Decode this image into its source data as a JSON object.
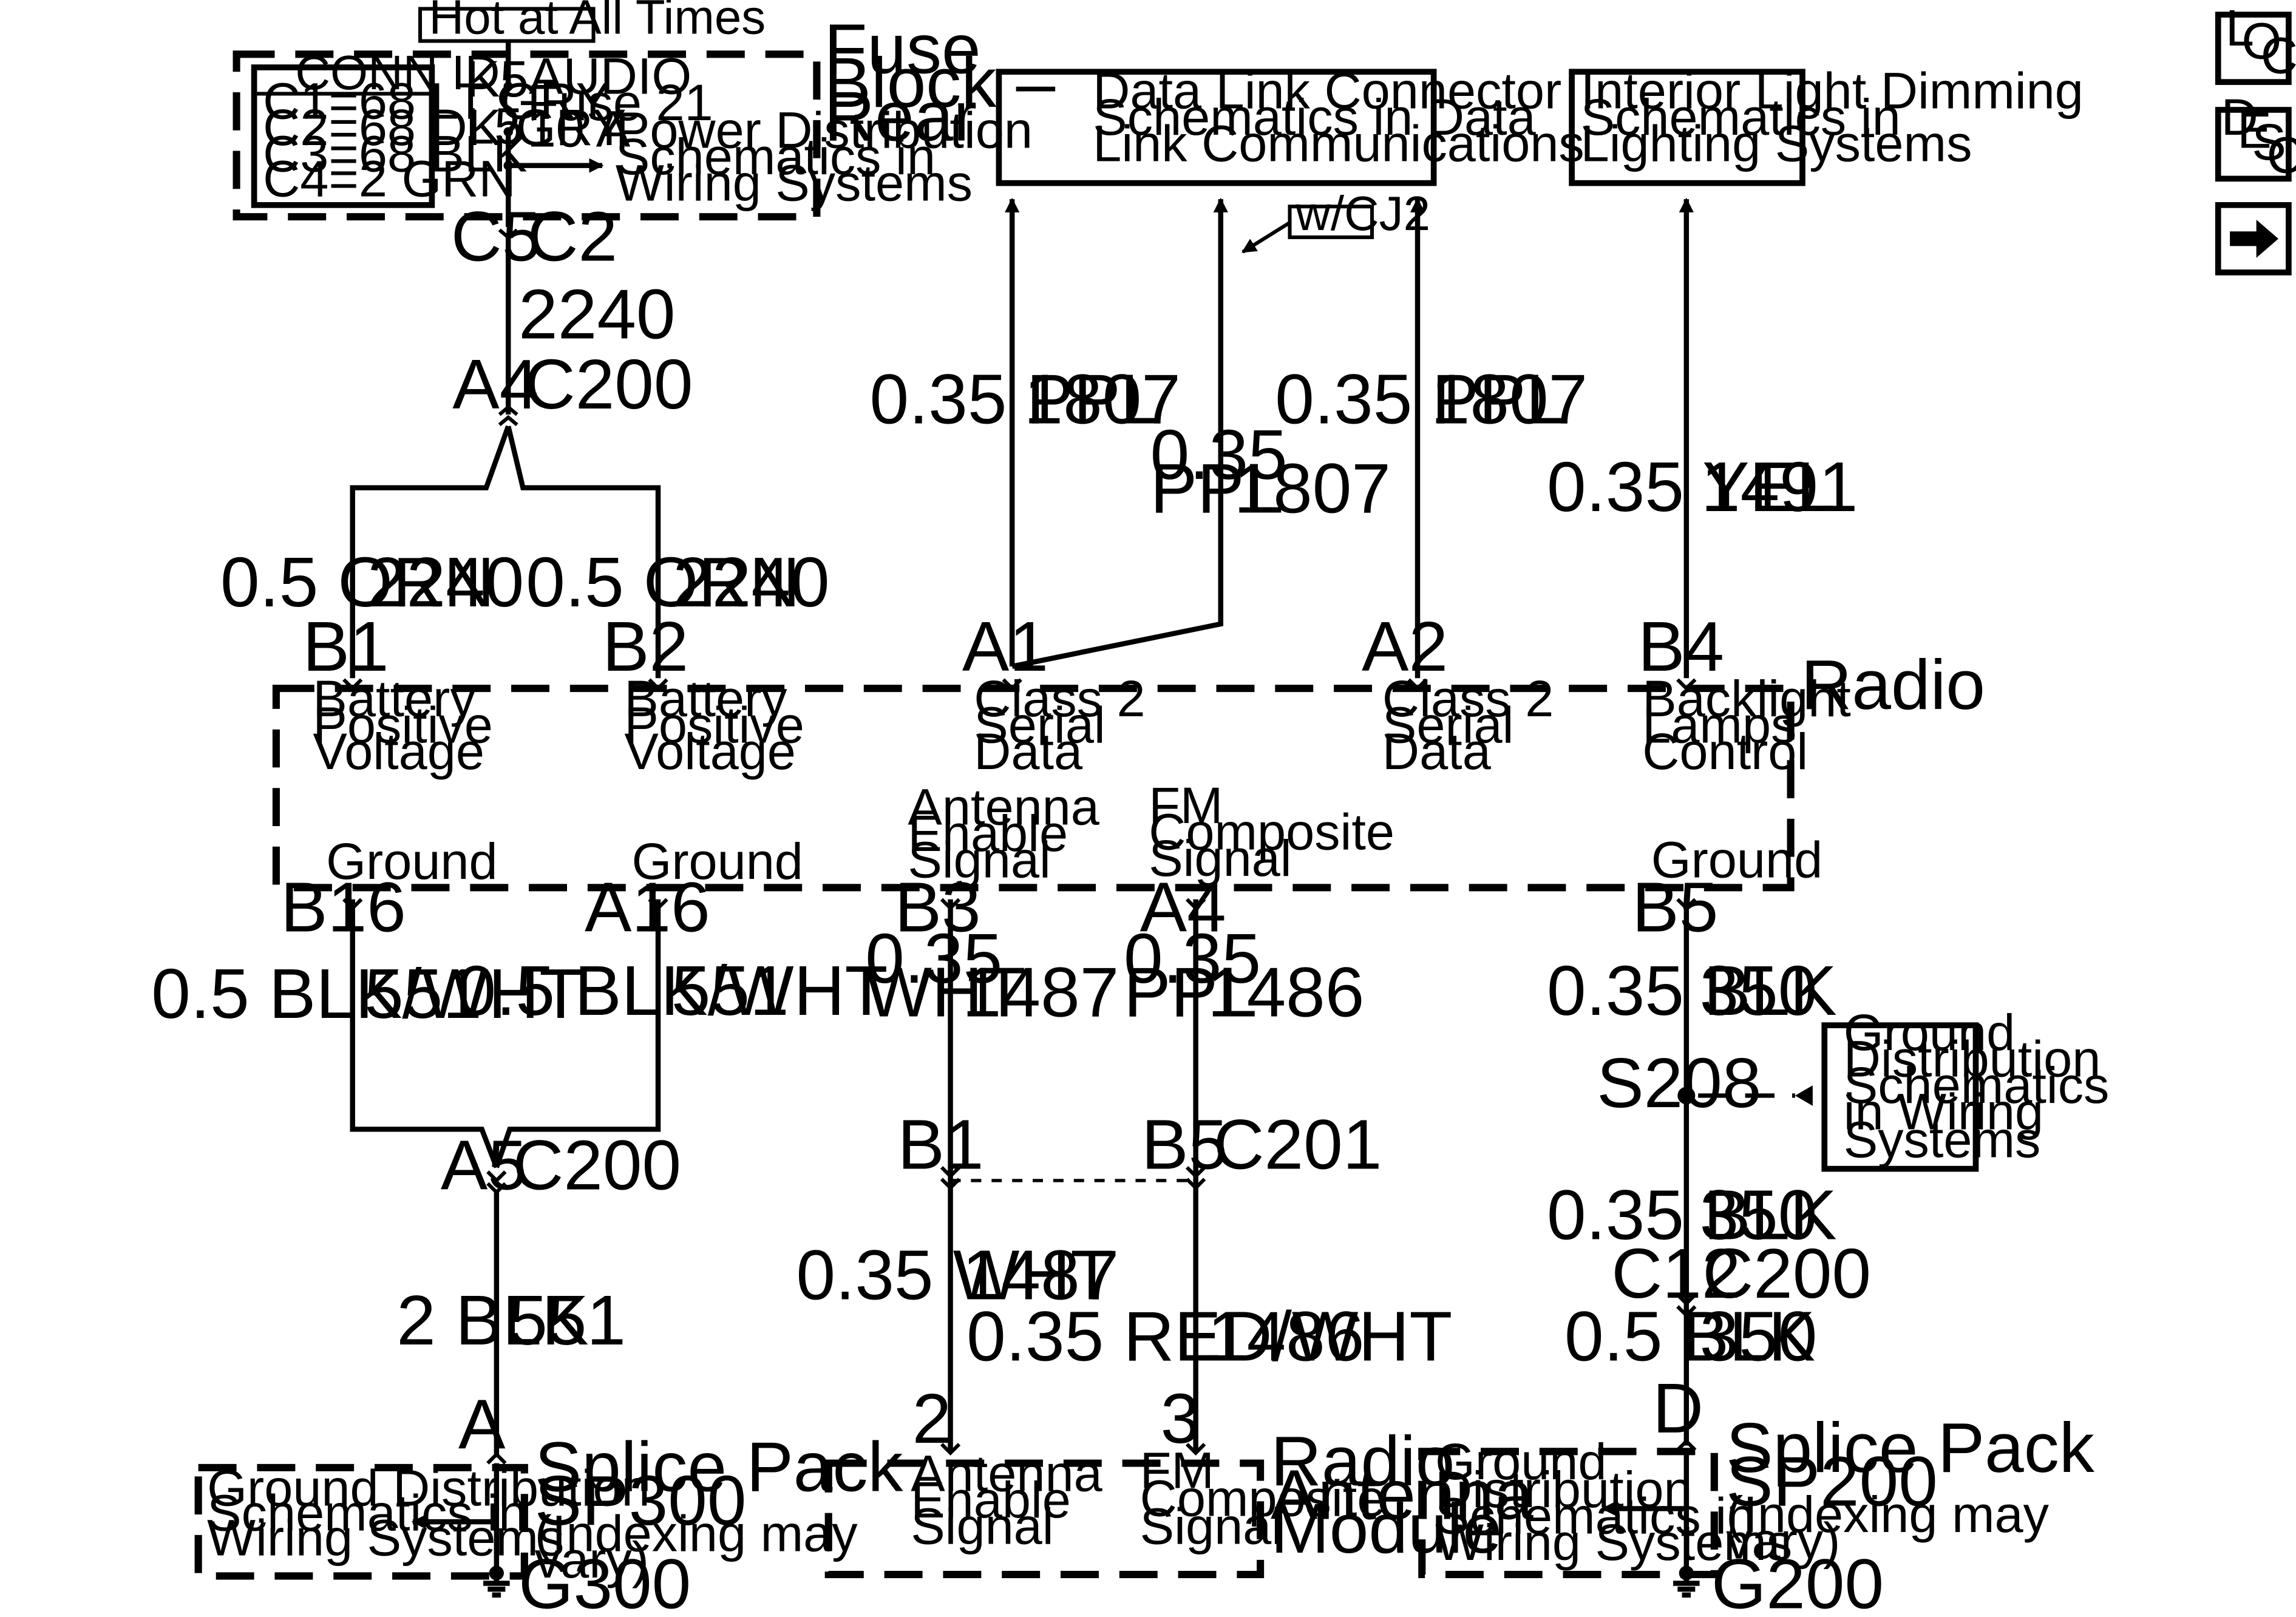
{
  "hot_at_all_times": "Hot at All Times",
  "fuse_block": {
    "title": [
      "Fuse",
      "Block –",
      "Rear"
    ],
    "conn_id_title": "CONN ID",
    "conn_ids": [
      "C1=68 LT GRY",
      "C2=68 DK GRY",
      "C3=68 BLK",
      "C4=2 GRN"
    ],
    "k5": "K5",
    "l5": "L5",
    "fuse": [
      "AUDIO",
      "Fuse 21",
      "10 A"
    ],
    "power_ref": [
      "Power Distribution",
      "Schematics in",
      "Wiring Systems"
    ],
    "c5": "C5",
    "c2": "C2"
  },
  "refs": {
    "data_link": [
      "Data Link Connector",
      "Schematics in Data",
      "Link Communications"
    ],
    "dimming": [
      "Interior Light Dimming",
      "Schematics in",
      "Lighting Systems"
    ],
    "option": "w/CJ2",
    "ground_right": [
      "Ground",
      "Distribution",
      "Schematics",
      "in Wiring",
      "Systems"
    ]
  },
  "upper": {
    "c200_pin": "A4",
    "c200": "C200",
    "circuit_2240": "2240",
    "b1_wire": [
      "0.5 ORN",
      "2240"
    ],
    "b2_wire": [
      "0.5 ORN",
      "2240"
    ],
    "a1_wire": [
      "0.35 PPL",
      "1807"
    ],
    "cj2_wire": [
      "0.35",
      "PPL",
      "1807"
    ],
    "a2_wire": [
      "0.35 PPL",
      "1807"
    ],
    "b4_wire": [
      "0.35 YEL",
      "1491"
    ]
  },
  "radio": {
    "name": "Radio",
    "pins_top": [
      "B1",
      "B2",
      "A1",
      "A2",
      "B4"
    ],
    "bpv1": [
      "Battery",
      "Positive",
      "Voltage"
    ],
    "bpv2": [
      "Battery",
      "Positive",
      "Voltage"
    ],
    "class2_1": [
      "Class 2",
      "Serial",
      "Data"
    ],
    "class2_2": [
      "Class 2",
      "Serial",
      "Data"
    ],
    "backlight": [
      "Backlight",
      "Lamps",
      "Control"
    ],
    "ground": "Ground",
    "antenna_enable": [
      "Antenna",
      "Enable",
      "Signal"
    ],
    "fm_composite": [
      "FM",
      "Composite",
      "Signal"
    ],
    "pins_bottom": [
      "B16",
      "A16",
      "B3",
      "A4",
      "B5"
    ]
  },
  "lower": {
    "b16_wire": [
      "0.5 BLK/WHT",
      "551"
    ],
    "a16_wire": [
      "0.5 BLK/WHT",
      "551"
    ],
    "b3_wire": [
      "0.35",
      "WHT",
      "1487"
    ],
    "a4_wire": [
      "0.35",
      "PPL",
      "1486"
    ],
    "b5_wire": [
      "0.35 BLK",
      "350"
    ],
    "s208": "S208",
    "c200_a5": [
      "A5",
      "C200"
    ],
    "c201": [
      "B1",
      "B5",
      "C201"
    ],
    "after_c201_left": [
      "0.35 WHT",
      "1487"
    ],
    "after_c201_right": [
      "0.35 RED/WHT",
      "1486"
    ],
    "s208_to_c200": [
      "0.35 BLK",
      "350"
    ],
    "c200_c12": [
      "C12",
      "C200"
    ],
    "blk_551": [
      "2 BLK",
      "551"
    ],
    "blk_350": [
      "0.5 BLK",
      "350"
    ],
    "sp300_pin": "A",
    "ant_pins": [
      "2",
      "3"
    ],
    "sp200_pin": "D"
  },
  "sp300": {
    "title": [
      "Splice Pack",
      "SP300"
    ],
    "note": [
      "(Indexing may",
      "vary)"
    ],
    "ref": [
      "Ground Distribution",
      "Schematics in",
      "Wiring Systems"
    ],
    "ground": "G300"
  },
  "antenna_module": {
    "title": [
      "Radio",
      "Antenna",
      "Module"
    ],
    "enable": [
      "Antenna",
      "Enable",
      "Signal"
    ],
    "fm": [
      "FM",
      "Composite",
      "Signal"
    ]
  },
  "sp200": {
    "title": [
      "Splice Pack",
      "SP200"
    ],
    "note": [
      "(Indexing may",
      "vary)"
    ],
    "ref": [
      "Ground",
      "Distribution",
      "Schematics in",
      "Wiring Systems"
    ],
    "ground": "G200"
  },
  "nav": {
    "loc": [
      "L",
      "O",
      "C"
    ],
    "desc": [
      "D",
      "E",
      "S",
      "C"
    ],
    "next_icon": "arrow-right-icon"
  }
}
